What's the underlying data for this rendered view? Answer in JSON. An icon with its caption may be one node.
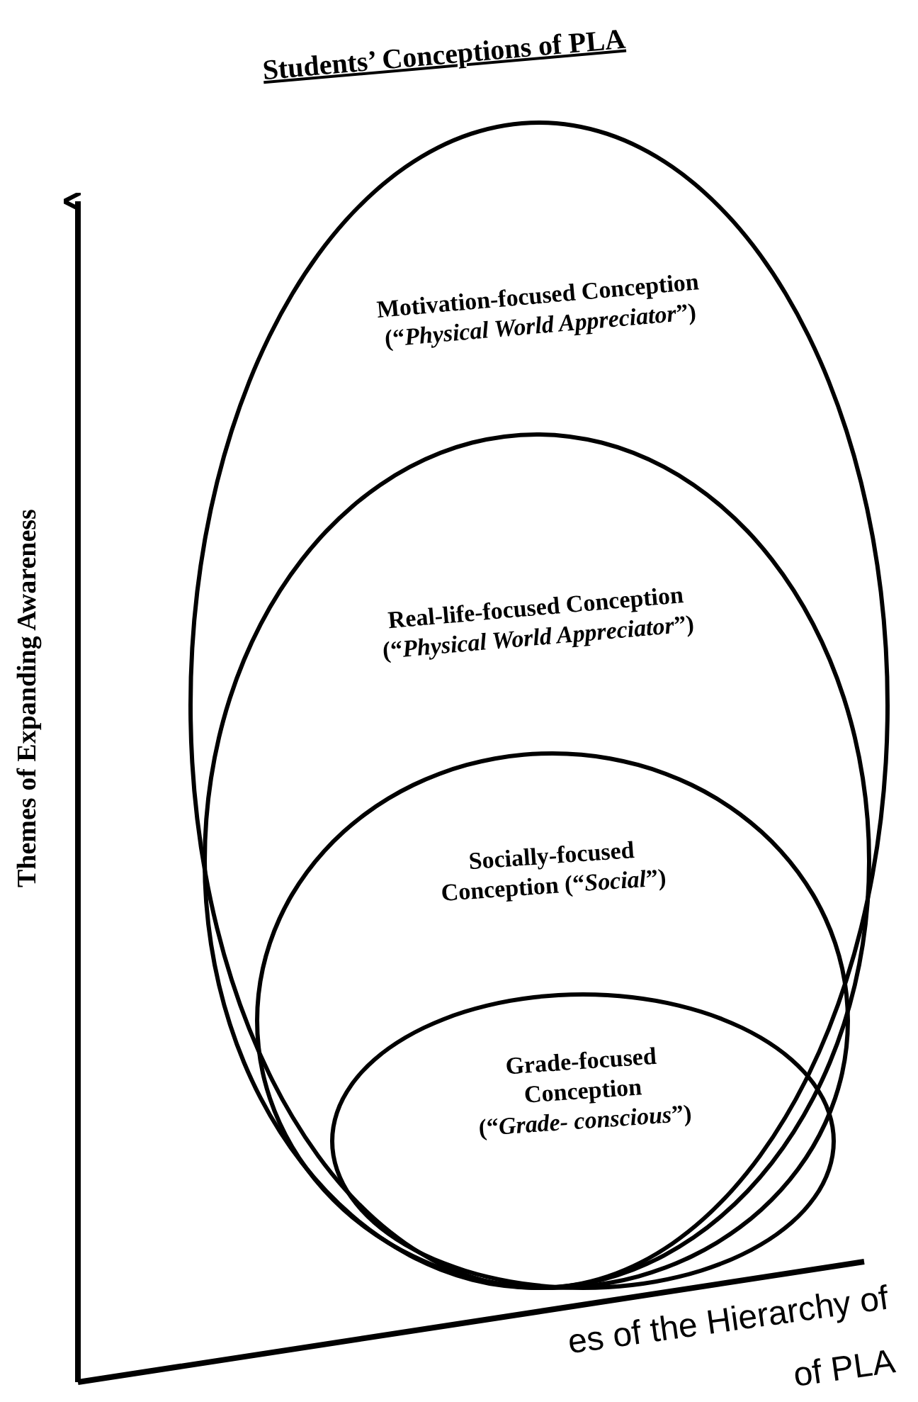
{
  "diagram": {
    "title": "Students’ Conceptions  of PLA",
    "nodes": [
      {
        "text": [
          "Motivation-focused Conception",
          "(“*Physical World Appreciator*”)"
        ]
      },
      {
        "text": [
          "Real-life-focused Conception",
          "(“*Physical World Appreciator*”)"
        ],
        "in": 0
      },
      {
        "text": [
          "Socially-focused Conception (“*Social*”)"
        ],
        "in": 1
      },
      {
        "text": [
          "Grade-focused Conception",
          "(“*Grade- conscious*”)"
        ],
        "in": 2
      }
    ],
    "edges": [],
    "labels": [
      "Themes of Expanding Awareness",
      "es of the Hierarchy of",
      "of PLA"
    ]
  }
}
